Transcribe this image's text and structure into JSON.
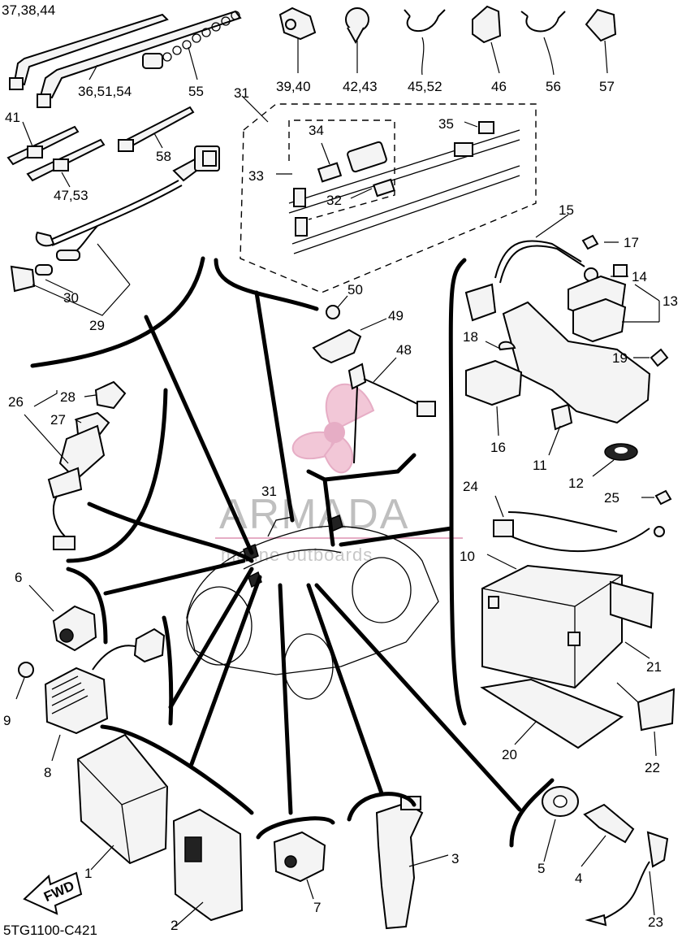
{
  "diagram": {
    "figure_code": "5TG1100-C421",
    "fwd_label": "FWD",
    "watermark": {
      "brand": "ARMADA",
      "tagline": "marine outboards"
    },
    "callouts": {
      "c1": "1",
      "c2": "2",
      "c3": "3",
      "c4": "4",
      "c5": "5",
      "c6": "6",
      "c7": "7",
      "c8": "8",
      "c9": "9",
      "c10": "10",
      "c11": "11",
      "c12": "12",
      "c13": "13",
      "c14": "14",
      "c15": "15",
      "c16": "16",
      "c17": "17",
      "c18": "18",
      "c19": "19",
      "c20": "20",
      "c21": "21",
      "c22": "22",
      "c23": "23",
      "c24": "24",
      "c25": "25",
      "c26": "26",
      "c27": "27",
      "c28": "28",
      "c29": "29",
      "c30": "30",
      "c31": "31",
      "c31b": "31",
      "c32": "32",
      "c33": "33",
      "c34": "34",
      "c35": "35",
      "c37": "37,38,44",
      "c36": "36,51,54",
      "c55": "55",
      "c39": "39,40",
      "c42": "42,43",
      "c45": "45,52",
      "c46": "46",
      "c56": "56",
      "c57": "57",
      "c41": "41",
      "c47": "47,53",
      "c58": "58",
      "c48": "48",
      "c49": "49",
      "c50": "50"
    }
  }
}
